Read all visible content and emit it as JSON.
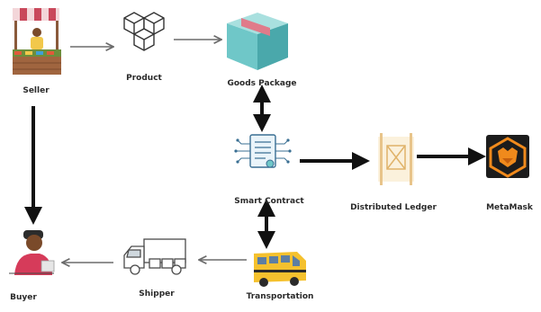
{
  "nodes": {
    "seller": {
      "label": "Seller",
      "icon": "market-stall-seller-icon"
    },
    "product": {
      "label": "Product",
      "icon": "cubes-icon"
    },
    "goods_package": {
      "label": "Goods Package",
      "icon": "package-box-icon"
    },
    "smart_contract": {
      "label": "Smart Contract",
      "icon": "contract-document-icon"
    },
    "distributed_ledger": {
      "label": "Distributed Ledger",
      "icon": "ledger-icon"
    },
    "metamask": {
      "label": "MetaMask",
      "icon": "metamask-fox-icon"
    },
    "transportation": {
      "label": "Transportation",
      "icon": "school-bus-icon"
    },
    "shipper": {
      "label": "Shipper",
      "icon": "delivery-truck-icon"
    },
    "buyer": {
      "label": "Buyer",
      "icon": "buyer-person-icon"
    }
  },
  "colors": {
    "arrow_thin": "#6b6b6b",
    "arrow_bold": "#111111",
    "box_teal": "#6fc7c8",
    "box_pink": "#e07b8a",
    "bus_yellow": "#f5c12e",
    "metamask_orange": "#f08a1c"
  }
}
